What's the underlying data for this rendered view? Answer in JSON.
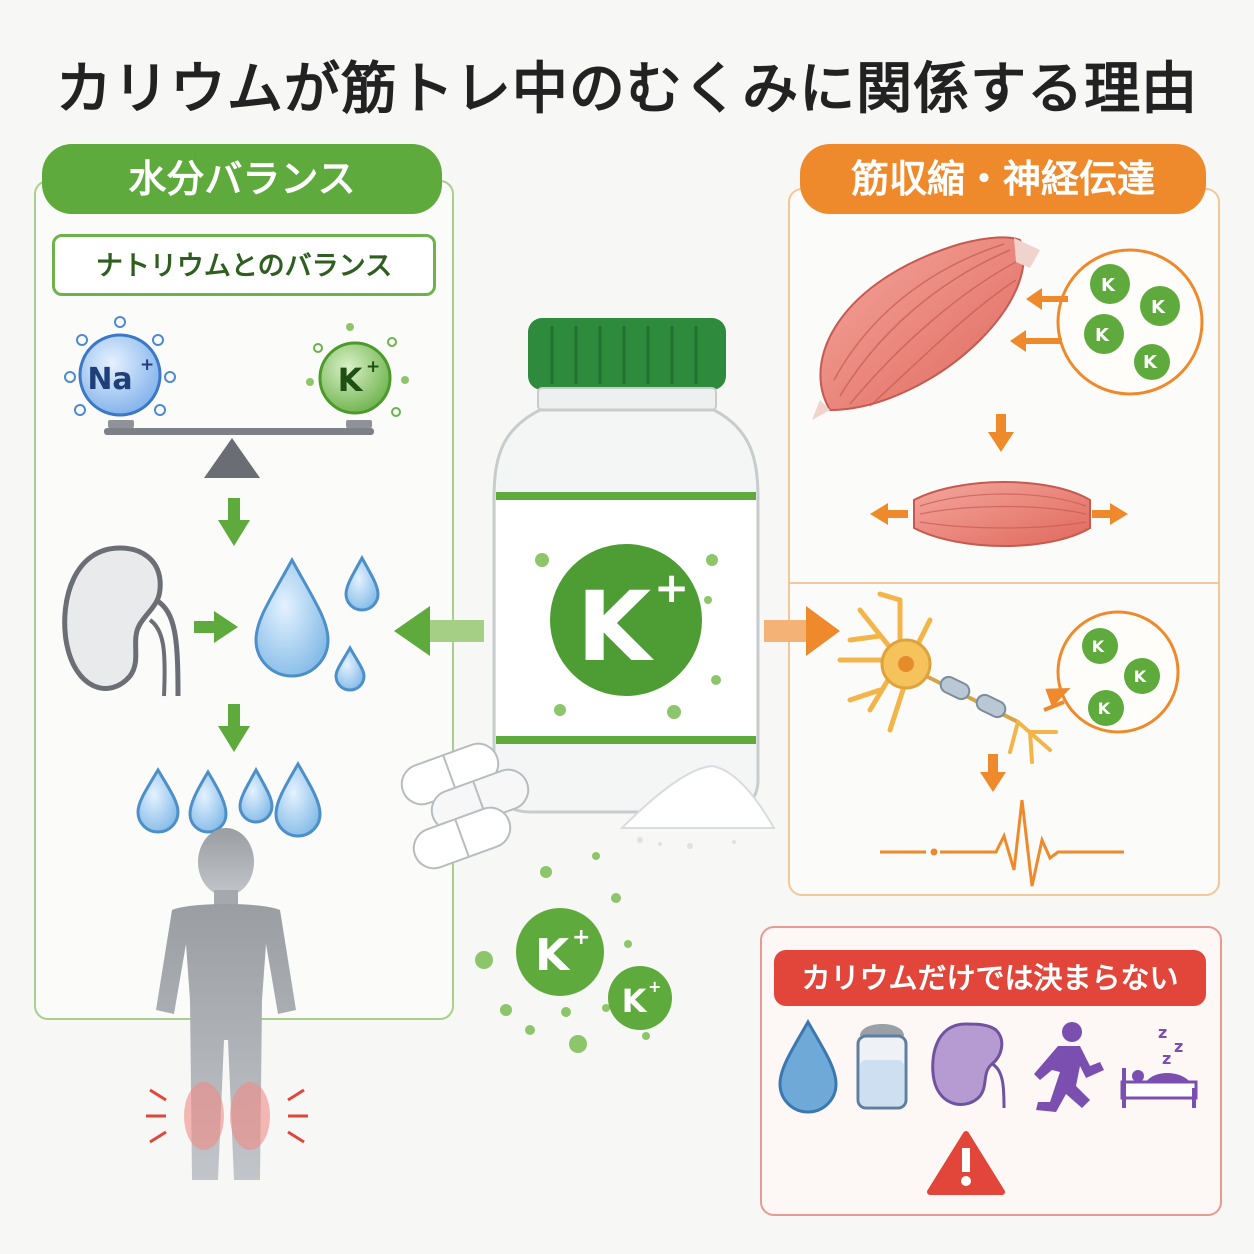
{
  "title": "カリウムが筋トレ中のむくみに関係する理由",
  "left_section": {
    "heading": "水分バランス",
    "subheading": "ナトリウムとのバランス",
    "sodium_ion": "Na",
    "potassium_ion": "K"
  },
  "right_section": {
    "heading": "筋収縮・神経伝達",
    "ion_label": "K"
  },
  "bottle": {
    "label": "K"
  },
  "floating_ions": [
    "K",
    "K"
  ],
  "warning": {
    "heading": "カリウムだけでは決まらない",
    "factors": [
      "water-drop-icon",
      "salt-shaker-icon",
      "kidney-icon",
      "running-person-icon",
      "sleep-bed-icon"
    ]
  },
  "colors": {
    "green": "#5faa3c",
    "orange": "#ef8a2c",
    "red": "#e2463a",
    "water_blue": "#7fb8e6"
  }
}
